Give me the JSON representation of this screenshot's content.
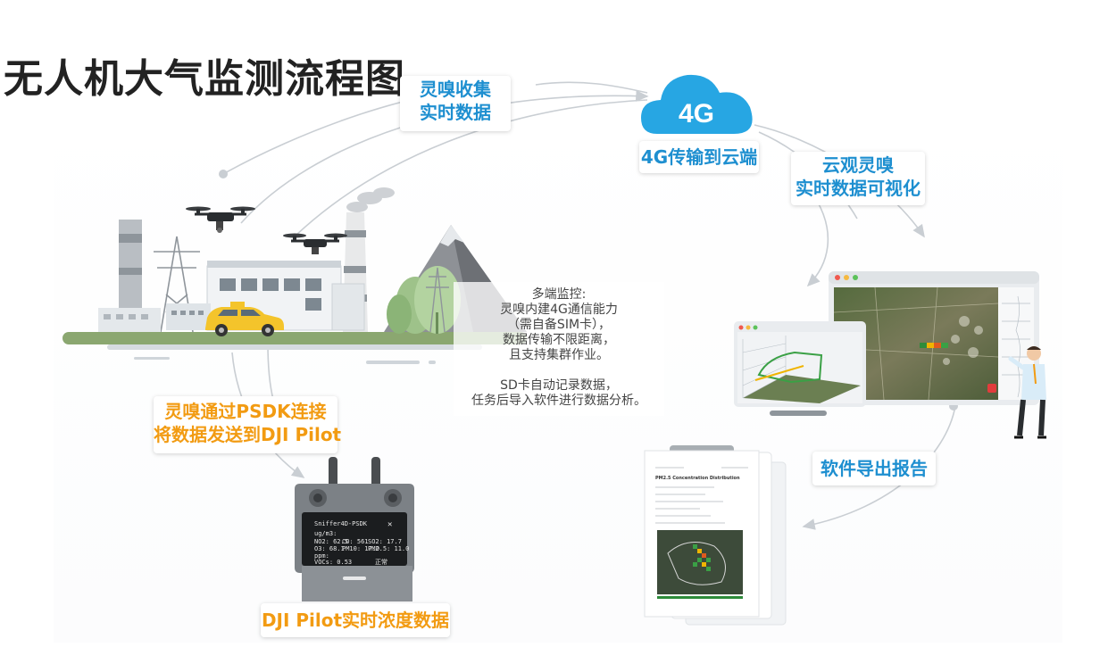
{
  "title": "无人机大气监测流程图",
  "labels": {
    "collect": [
      "灵嗅收集",
      "实时数据"
    ],
    "cloud_transfer": "4G传输到云端",
    "visualize": [
      "云观灵嗅",
      "实时数据可视化"
    ],
    "export": "软件导出报告",
    "psdk": [
      "灵嗅通过PSDK连接",
      "将数据发送到DJI Pilot"
    ],
    "pilot": "DJI Pilot实时浓度数据"
  },
  "cloud_text": "4G",
  "note": {
    "lines_1": [
      "多端监控:",
      "灵嗅内建4G通信能力",
      "（需自备SIM卡），",
      "数据传输不限距离，",
      "且支持集群作业。"
    ],
    "lines_2": [
      "SD卡自动记录数据，",
      "任务后导入软件进行数据分析。"
    ]
  },
  "controller_screen": {
    "app": "Sniffer4D-PSDK",
    "close": "✕",
    "unit1": "ug/m3:",
    "row1": [
      "NO2: 62.5",
      "CO: 561",
      "SO2: 17.7"
    ],
    "row2": [
      "O3: 68.1",
      "PM10: 17.0",
      "PM2.5: 11.0"
    ],
    "unit2": "ppm:",
    "row3": [
      "VOCs: 0.53",
      "正常"
    ]
  },
  "report": {
    "heading": "PM2.5 Concentration Distribution"
  },
  "colors": {
    "accent_blue": "#1e8fd0",
    "accent_orange": "#f29b12",
    "cloud": "#27a6e3",
    "ground": "#8ba770"
  }
}
